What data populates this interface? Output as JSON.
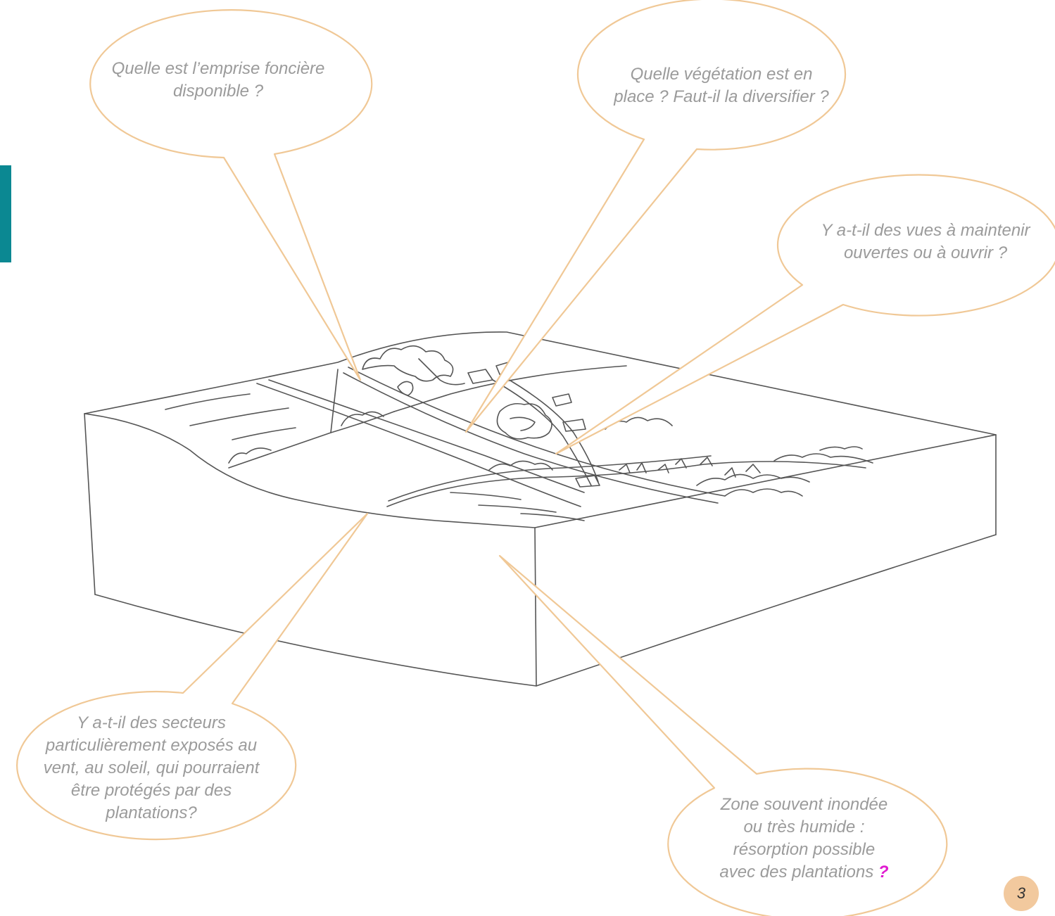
{
  "colors": {
    "bubble_stroke": "#f0c896",
    "sketch_stroke": "#555555",
    "text": "#9b9b9b",
    "accent": "#e01bd0",
    "side_tab": "#0b8892",
    "badge": "#f2c99e"
  },
  "bubbles": [
    {
      "id": "emprise",
      "text": "Quelle est l’emprise foncière disponible ?"
    },
    {
      "id": "vegetation",
      "text": "Quelle végétation est en place ? Faut-il la diversifier ?"
    },
    {
      "id": "vues",
      "text": "Y a-t-il des vues à maintenir ouvertes ou à ouvrir ?"
    },
    {
      "id": "exposes",
      "text": "Y a-t-il des secteurs particulièrement exposés au vent, au soleil, qui pourraient être protégés par des plantations?"
    },
    {
      "id": "inondee",
      "text": "Zone souvent inondée ou très humide : résorption possible avec des plantations",
      "mark": "?"
    }
  ],
  "page_number": "3"
}
